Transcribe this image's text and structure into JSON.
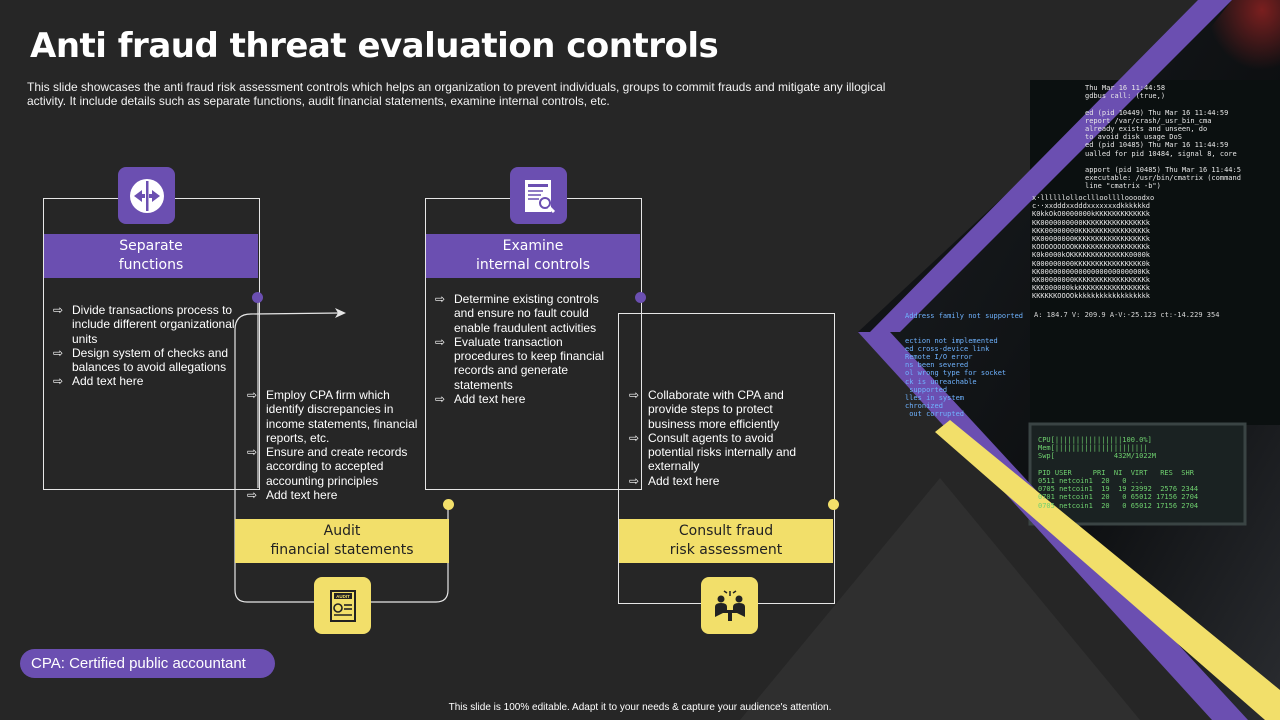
{
  "title": "Anti fraud threat evaluation controls",
  "subtitle": "This slide showcases the anti fraud risk assessment controls which helps an organization to prevent individuals, groups to commit frauds and mitigate any illogical activity.  It include details such as separate functions, audit financial statements, examine internal controls, etc.",
  "colors": {
    "purple": "#6b4fb1",
    "yellow": "#f2df6a",
    "background": "#262626"
  },
  "cards": [
    {
      "label": "Separate\nfunctions",
      "icon": "split-arrows-icon",
      "items": [
        "Divide transactions process to include different organizational units",
        "Design system of checks and balances to avoid allegations",
        "Add text here"
      ]
    },
    {
      "label": "Audit\nfinancial statements",
      "icon": "audit-document-icon",
      "items": [
        "Employ CPA firm which identify discrepancies in income statements, financial reports, etc.",
        "Ensure and create records according to accepted accounting principles",
        "Add text here"
      ]
    },
    {
      "label": "Examine\ninternal controls",
      "icon": "report-magnifier-icon",
      "items": [
        "Determine existing controls and ensure no fault could enable fraudulent activities",
        "Evaluate transaction procedures to keep financial records and generate statements",
        "Add text here"
      ]
    },
    {
      "label": "Consult  fraud\nrisk assessment",
      "icon": "meeting-table-icon",
      "items": [
        "Collaborate with CPA and  provide steps to protect business more efficiently",
        "Consult agents to avoid potential risks internally and externally",
        "Add text here"
      ]
    }
  ],
  "bullet_glyph": "⇨",
  "footnote": "CPA: Certified public accountant",
  "footer": "This slide is 100% editable.  Adapt it to your needs & capture your audience's attention."
}
